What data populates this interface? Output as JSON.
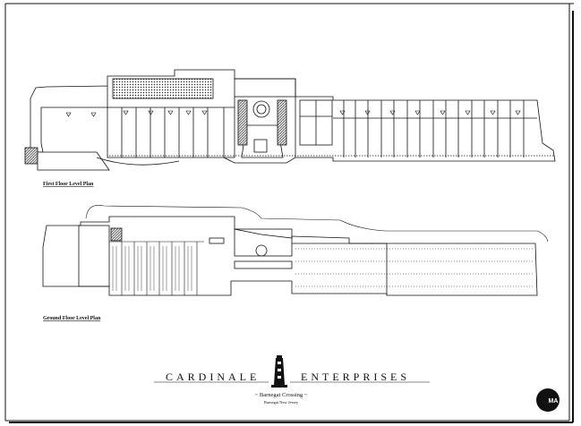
{
  "drawing": {
    "first_floor_title": "First Floor Level Plan",
    "ground_floor_title": "Ground Floor Level Plan",
    "company_left": "CARDINALE",
    "company_right": "ENTERPRISES",
    "project_name": "~ Barnegat Crossing ~",
    "project_location": "Barnegat New Jersey",
    "logo_text": "MA"
  },
  "colors": {
    "ink": "#111111",
    "paper": "#ffffff",
    "hatch": "#333333"
  },
  "icons": [
    "lighthouse-icon",
    "architect-logo-icon"
  ]
}
